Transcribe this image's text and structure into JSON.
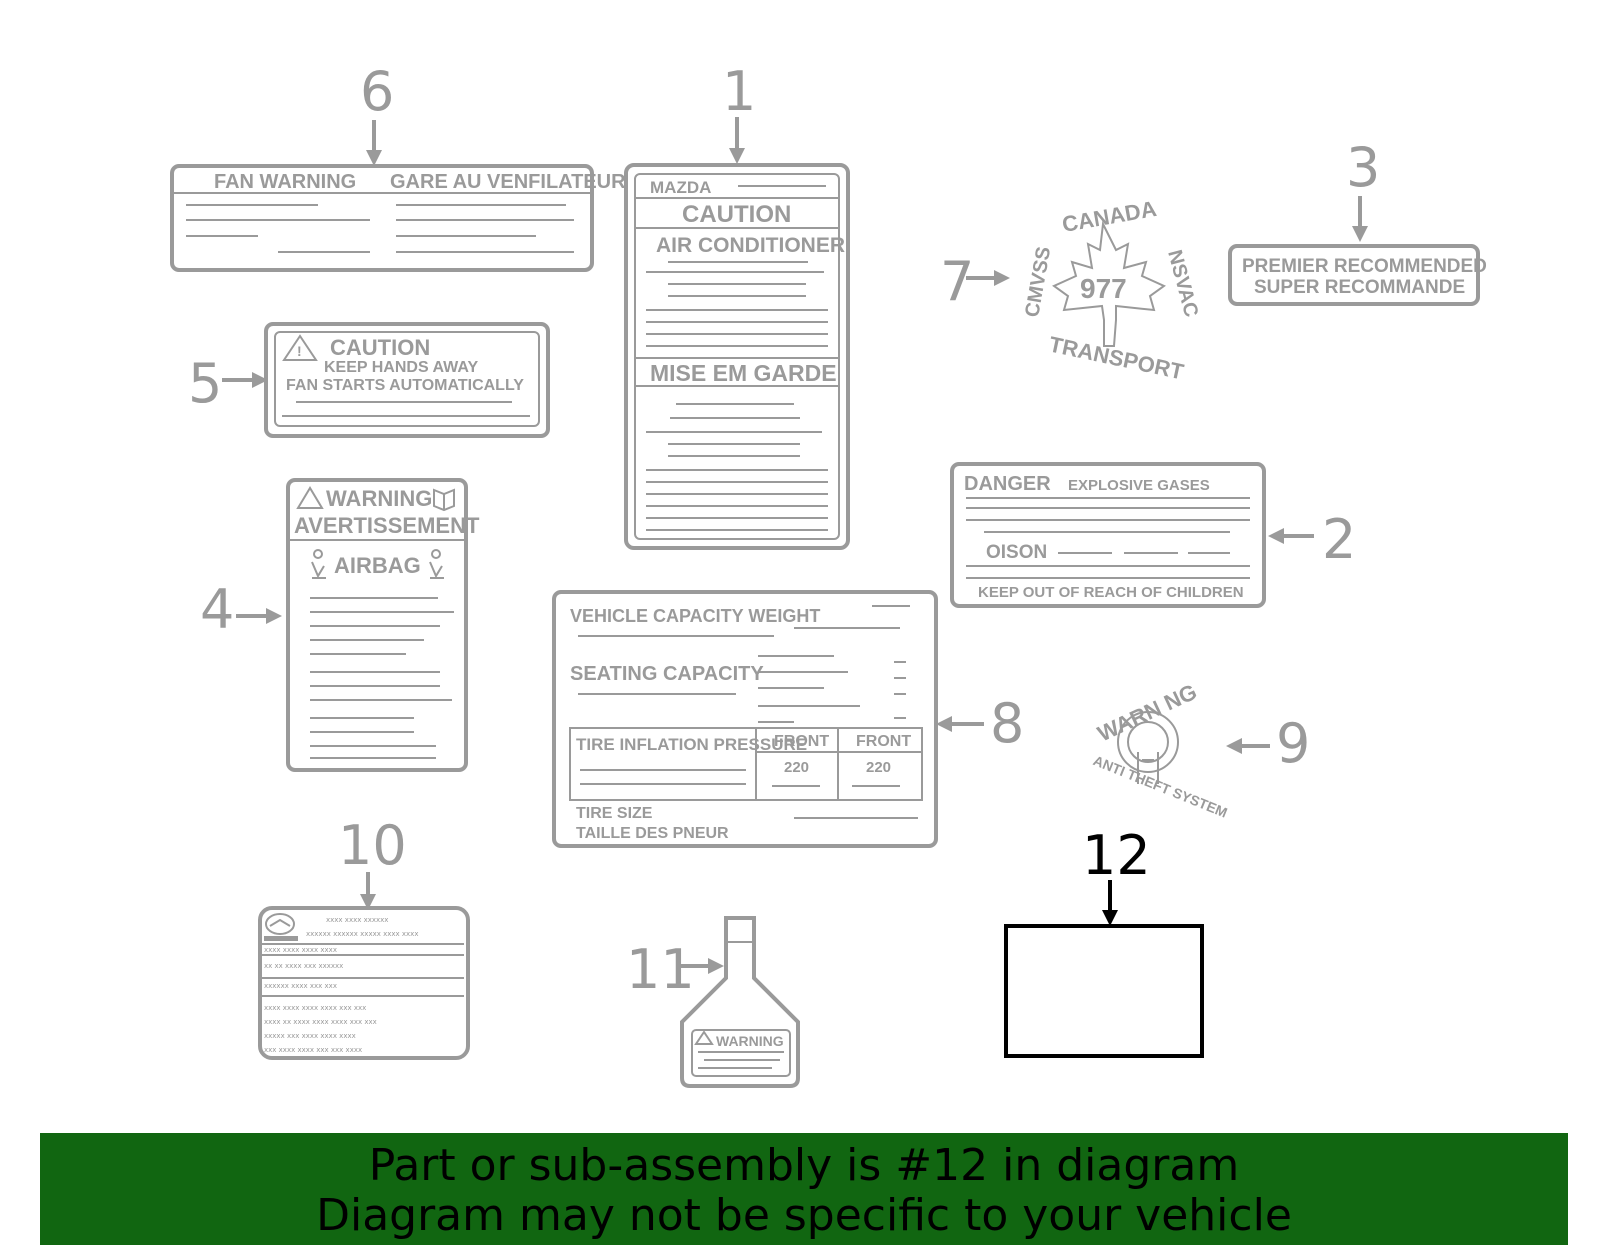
{
  "callouts": {
    "c1": "1",
    "c2": "2",
    "c3": "3",
    "c4": "4",
    "c5": "5",
    "c6": "6",
    "c7": "7",
    "c8": "8",
    "c9": "9",
    "c10": "10",
    "c11": "11",
    "c12": "12"
  },
  "highlighted_part": "12",
  "labels": {
    "fan_warning": "FAN WARNING",
    "gare_au": "GARE AU VENFILATEUR",
    "mazda": "MAZDA",
    "caution": "CAUTION",
    "air_conditioner": "AIR CONDITIONER",
    "mise_en_garde": "MISE EM GARDE",
    "canada": "CANADA",
    "nsvac": "NSVAC",
    "cmvss": "CMVSS",
    "num_977": "977",
    "transport": "TRANSPORT",
    "premier": "PREMIER RECOMMENDED",
    "super": "SUPER RECOMMANDE",
    "caution5": "CAUTION",
    "keep_hands": "KEEP HANDS AWAY",
    "fan_starts": "FAN STARTS AUTOMATICALLY",
    "danger": "DANGER",
    "explosive": "EXPLOSIVE GASES",
    "oison": "OISON",
    "keep_out": "KEEP OUT OF REACH OF CHILDREN",
    "warning4": "WARNING",
    "avertissement": "AVERTISSEMENT",
    "airbag": "AIRBAG",
    "vehicle_capacity": "VEHICLE CAPACITY WEIGHT",
    "seating": "SEATING CAPACITY",
    "tire_inflation": "TIRE INFLATION PRESSURE",
    "front1": "FRONT",
    "front2": "FRONT",
    "val1": "220",
    "val2": "220",
    "tire_size": "TIRE SIZE",
    "taille": "TAILLE DES PNEUR",
    "warn_ng": "WARN NG",
    "anti_theft": "ANTI THEFT SYSTEM",
    "warning11": "WARNING"
  },
  "banner": {
    "line1": "Part or sub-assembly is #12 in diagram",
    "line2": "Diagram may not be specific to your vehicle",
    "color": "#116611"
  },
  "colors": {
    "part_gray": "#9a9a9a",
    "highlight": "#000000"
  }
}
